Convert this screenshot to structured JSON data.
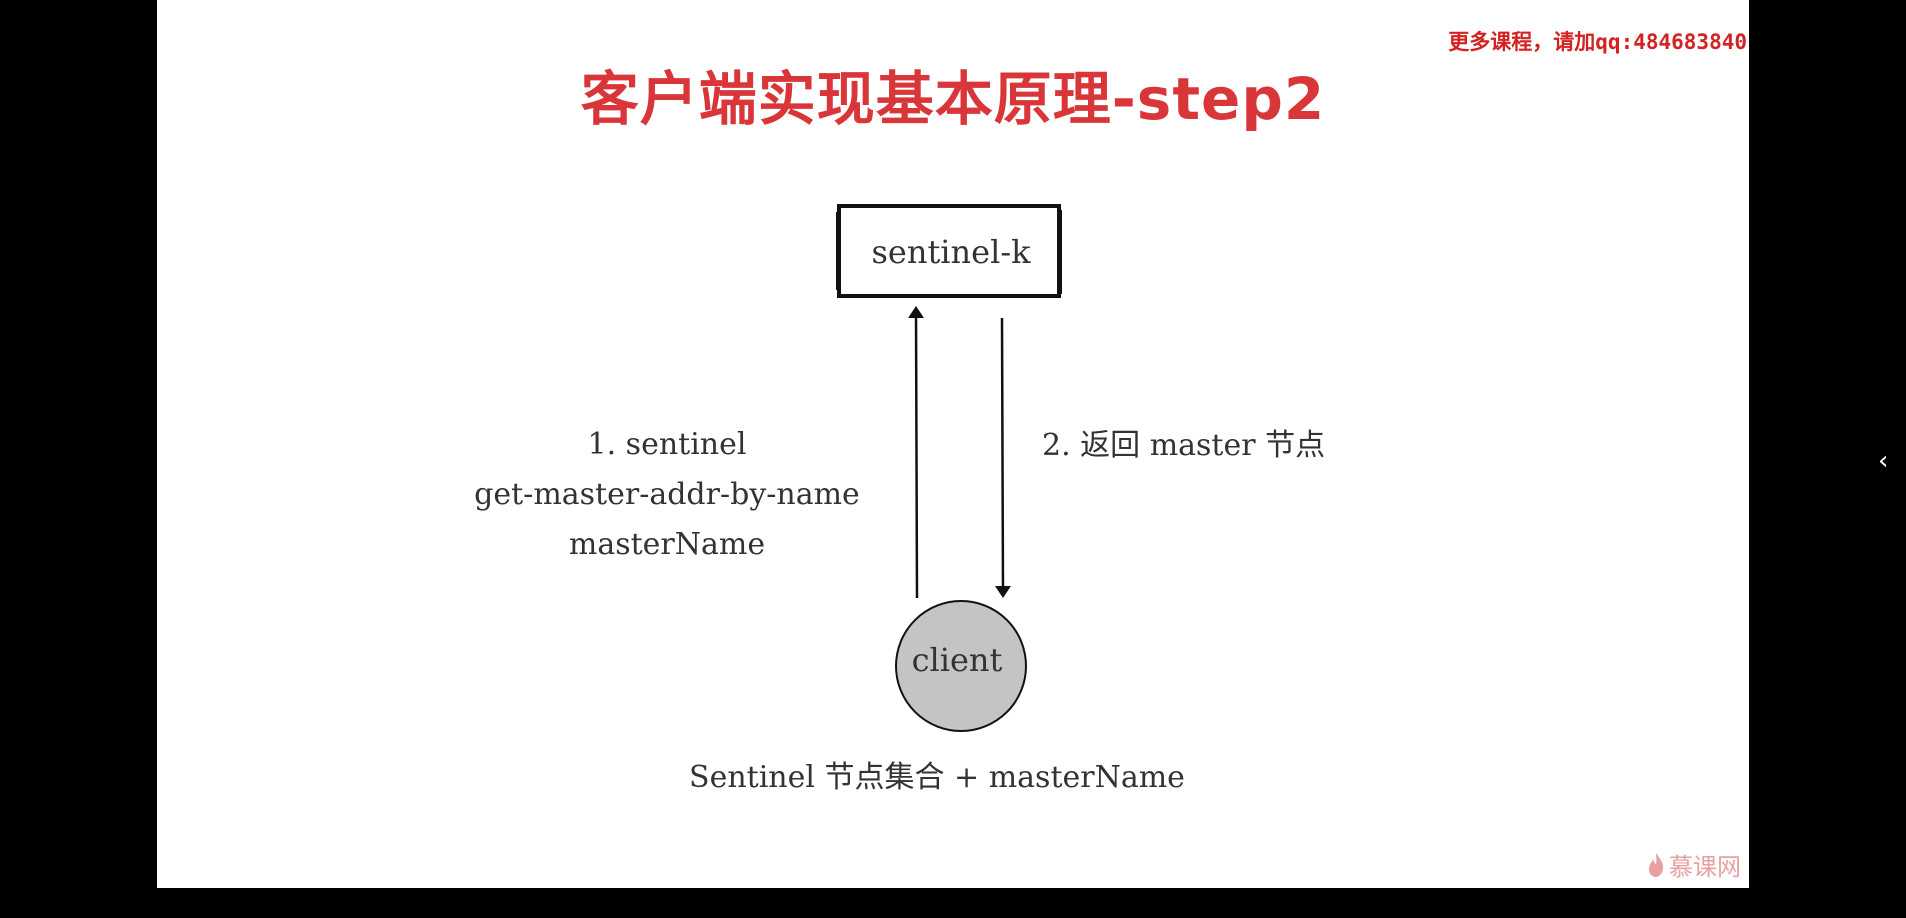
{
  "slide": {
    "title": "客户端实现基本原理-step2",
    "watermark": "更多课程，请加qq:484683840",
    "logo_text": "慕课网"
  },
  "diagram": {
    "sentinel_node": "sentinel-k",
    "client_node": "client",
    "request_label": {
      "line1": "1. sentinel",
      "line2": "get-master-addr-by-name",
      "line3": "masterName"
    },
    "response_label": "2. 返回 master 节点",
    "client_caption": "Sentinel 节点集合 + masterName"
  },
  "colors": {
    "title": "#d9363a",
    "watermark": "#d32222",
    "client_fill": "#c4c4c4",
    "stroke": "#111111",
    "page_background": "#000000"
  },
  "icons": {
    "collapse": "chevron-left-icon",
    "logo": "flame-icon"
  }
}
